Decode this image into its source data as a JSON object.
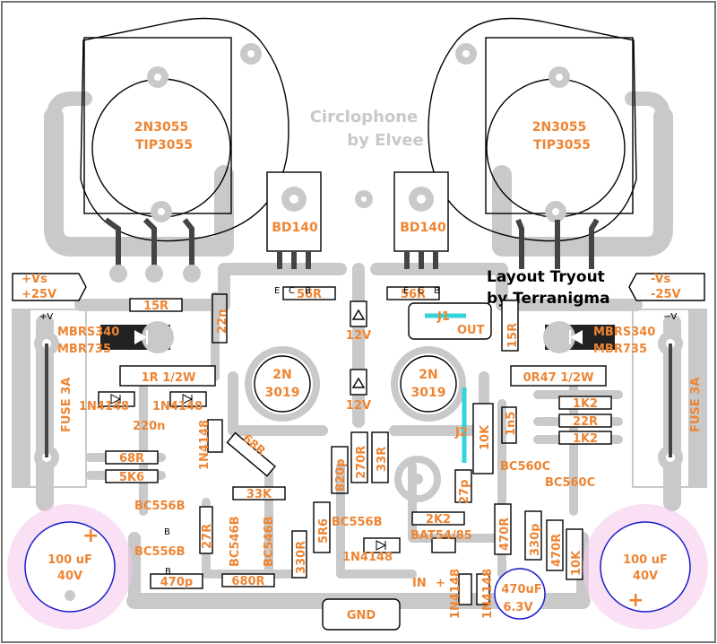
{
  "title": {
    "line1": "Layout Tryout",
    "line2": "by Terranigma"
  },
  "ghost_text": {
    "line1": "Circlophone",
    "line2": "by Elvee"
  },
  "connectors": {
    "vs_pos": [
      "+Vs",
      "+25V"
    ],
    "vs_neg": [
      "-Vs",
      "-25V"
    ],
    "gnd": "GND",
    "in": "IN",
    "in_sign": "+",
    "out": "OUT",
    "plus_v": "+V",
    "minus_v": "−V"
  },
  "transistors": {
    "power_left": [
      "2N3055",
      "TIP3055"
    ],
    "power_right": [
      "2N3055",
      "TIP3055"
    ],
    "driver_left": "BD140",
    "driver_right": "BD140",
    "to5_left": [
      "2N",
      "3019"
    ],
    "to5_right": [
      "2N",
      "3019"
    ],
    "bc556_a": "BC556B",
    "bc556_b": "BC556B",
    "bc556_c": "BC556B",
    "bc546_a": "BC546B",
    "bc546_b": "BC546B",
    "bc560_a": "BC560C",
    "bc560_b": "BC560C"
  },
  "pins": {
    "e": "E",
    "c": "C",
    "b": "B"
  },
  "resistors": {
    "r15r_l": "15R",
    "r1r": "1R 1/2W",
    "r68r_a": "68R",
    "r5k6": "5K6",
    "r68r_b": "68R",
    "r33k": "33K",
    "r27r": "27R",
    "r680r": "680R",
    "r330r_a": "330R",
    "r5r6": "5R6",
    "r56r_l": "56R",
    "r56r_r": "56R",
    "r270r": "270R",
    "r33r": "33R",
    "r2k2": "2K2",
    "r470r_a": "470R",
    "r15r_r": "15R",
    "r0r47": "0R47 1/2W",
    "r1k2_a": "1K2",
    "r22r": "22R",
    "r1k2_b": "1K2",
    "r10k_a": "10K",
    "r470r_b": "470R",
    "r10k_b": "10K"
  },
  "capacitors": {
    "c22n": "22n",
    "c220n": "220n",
    "c470p": "470p",
    "c820p": "820p",
    "c27p": "27p",
    "c1n5": "1n5",
    "c330p": "330p",
    "c100u_l": [
      "100 uF",
      "40V"
    ],
    "c100u_r": [
      "100 uF",
      "40V"
    ],
    "c470u": [
      "470uF",
      "6.3V"
    ]
  },
  "diodes": {
    "mbr_l": [
      "MBRS340",
      "MBR735"
    ],
    "mbr_r": [
      "MBRS340",
      "MBR735"
    ],
    "d1n4148_a": "1N4148",
    "d1n4148_b": "1N4148",
    "d1n4148_c": "1N4148",
    "d1n4148_d": "1N4148",
    "d1n4148_e": "1N4148",
    "d1n4148_f": "1N4148",
    "z12v_a": "12V",
    "z12v_b": "12V",
    "bat54": "BAT54/85"
  },
  "fuses": {
    "left": "FUSE 3A",
    "right": "FUSE 3A"
  },
  "jumpers": {
    "j1": "J1",
    "j2": "J2"
  },
  "colors": {
    "label": "#ee8533",
    "trace": "#c9c9c9",
    "jumper": "#33d3d8",
    "cap_ring": "#1a1acc",
    "cap_glow": "#f4c6ec"
  }
}
